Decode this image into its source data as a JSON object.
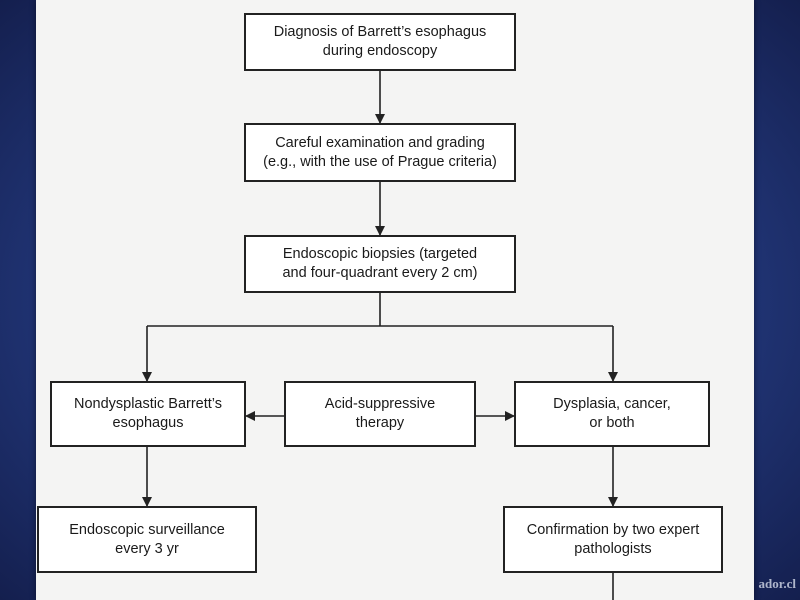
{
  "flowchart": {
    "nodes": {
      "diagnosis": "Diagnosis of Barrett’s esophagus\nduring endoscopy",
      "examination": "Careful examination and grading\n(e.g., with the use of Prague criteria)",
      "biopsies": "Endoscopic biopsies (targeted\nand four-quadrant every 2 cm)",
      "nondysplastic": "Nondysplastic Barrett’s\nesophagus",
      "acid_suppressive": "Acid-suppressive\ntherapy",
      "dysplasia": "Dysplasia, cancer,\nor both",
      "surveillance": "Endoscopic surveillance\nevery 3 yr",
      "confirmation": "Confirmation by two expert\npathologists"
    }
  },
  "watermark": "ador.cl",
  "colors": {
    "line": "#222222",
    "box_border": "#222222",
    "slide_background": "#f4f4f3",
    "frame_background": "#22377a"
  }
}
